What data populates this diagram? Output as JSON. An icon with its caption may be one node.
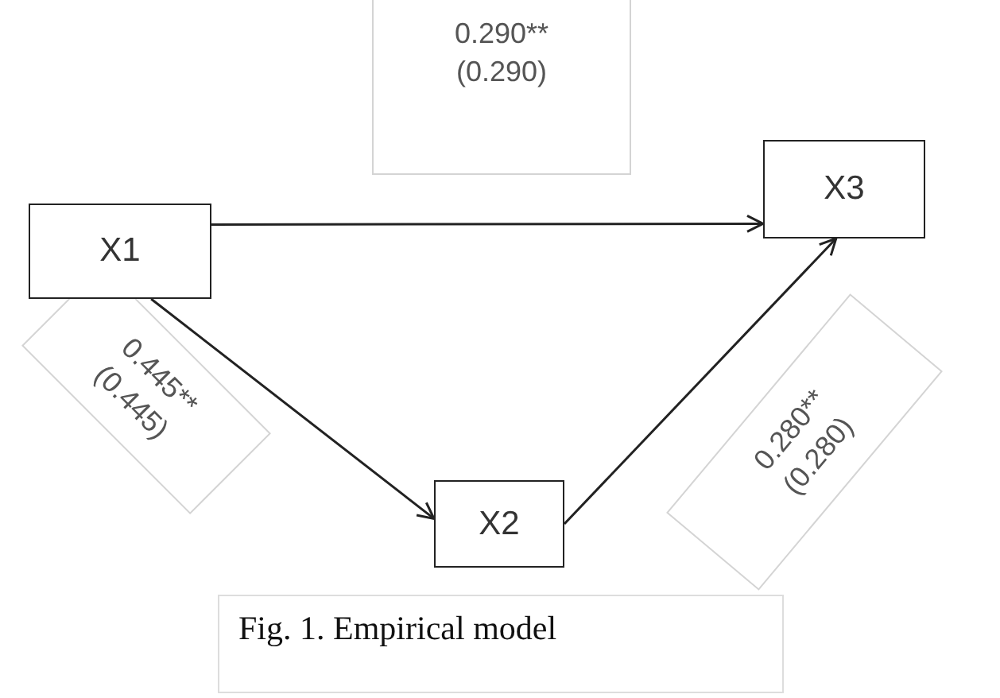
{
  "diagram": {
    "caption": "Fig. 1. Empirical model",
    "nodes": [
      {
        "text": [
          "X1"
        ]
      },
      {
        "text": [
          "X3"
        ]
      },
      {
        "text": [
          "X2"
        ]
      }
    ],
    "edges": [
      {
        "from": 0,
        "to": 1,
        "arrow": "to",
        "label": "0.290** (0.290)"
      },
      {
        "from": 0,
        "to": 2,
        "arrow": "to",
        "label": "0.445** (0.445)"
      },
      {
        "from": 2,
        "to": 1,
        "arrow": "to",
        "label": "0.280** (0.280)"
      }
    ]
  }
}
